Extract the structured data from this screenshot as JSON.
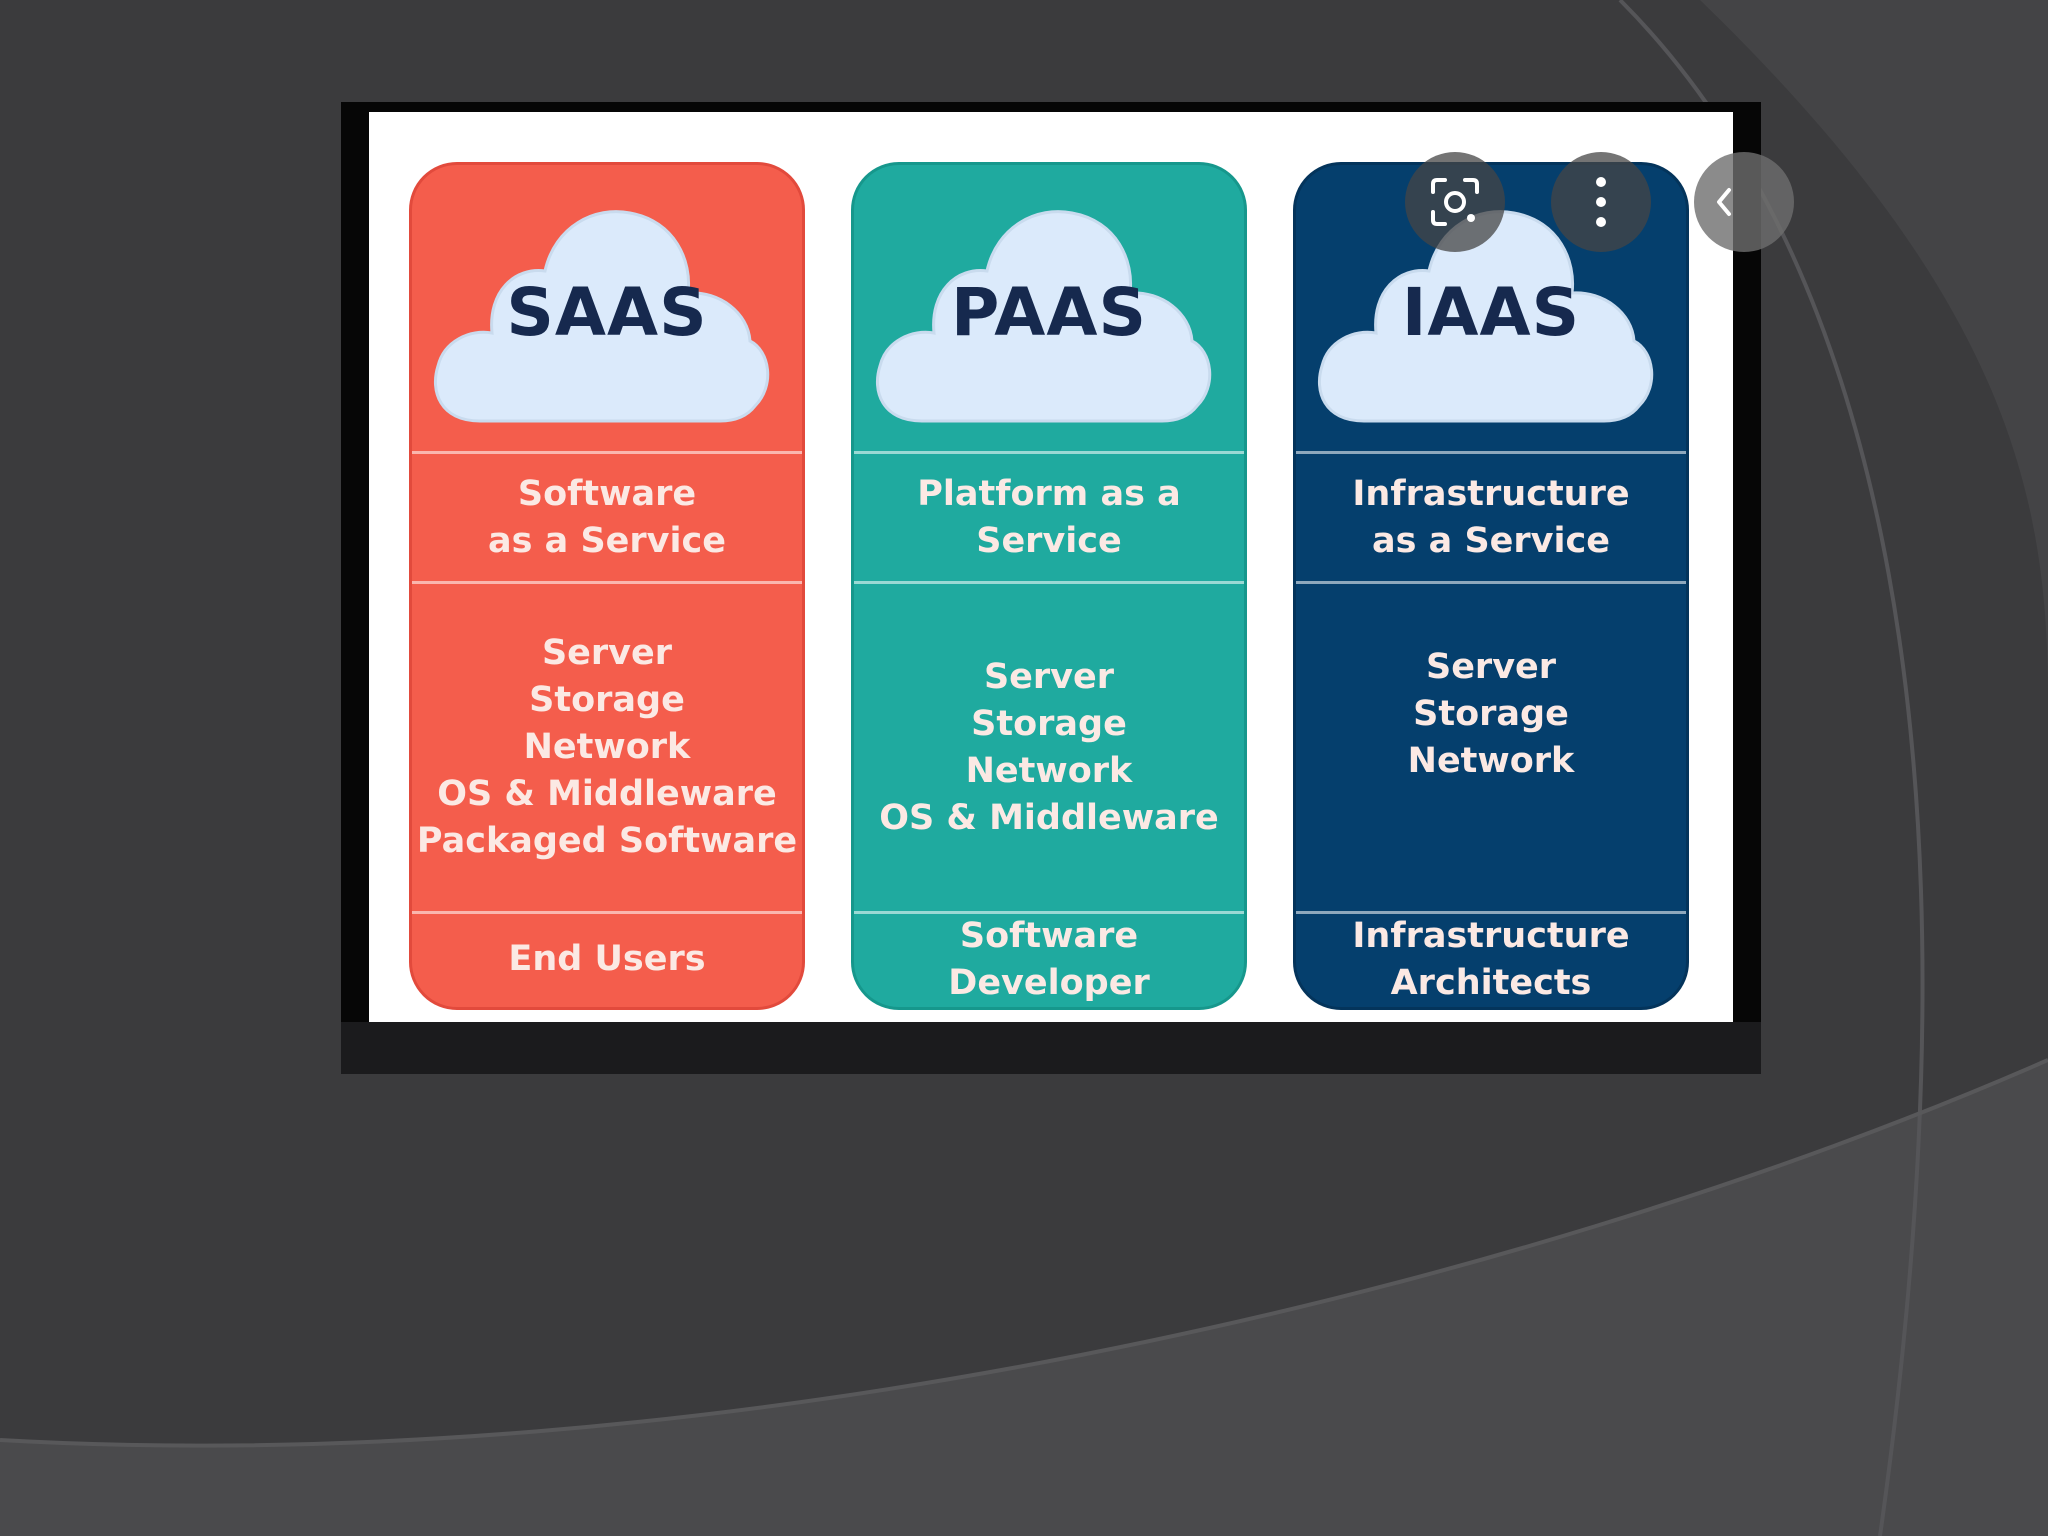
{
  "columns": [
    {
      "id": "saas",
      "title": "SAAS",
      "description": "Software\nas a Service",
      "components": "Server\nStorage\nNetwork\nOS & Middleware\nPackaged Software",
      "users": "End Users",
      "color": "#f45d4c"
    },
    {
      "id": "paas",
      "title": "PAAS",
      "description": "Platform as a\nService",
      "components": "Server\nStorage\nNetwork\nOS & Middleware",
      "users": "Software Developer",
      "color": "#1faa9f"
    },
    {
      "id": "iaas",
      "title": "IAAS",
      "description": "Infrastructure\nas a Service",
      "components": "Server\nStorage\nNetwork",
      "users": "Infrastructure\nArchitects",
      "color": "#053f6d"
    }
  ],
  "overlay": {
    "icons": [
      "lens-icon",
      "more-vertical-icon",
      "chevron-left-icon"
    ]
  },
  "colors": {
    "cloud_fill": "#dbeafb",
    "cloud_text": "#16294e",
    "slide_background": "#3b3b3d"
  }
}
